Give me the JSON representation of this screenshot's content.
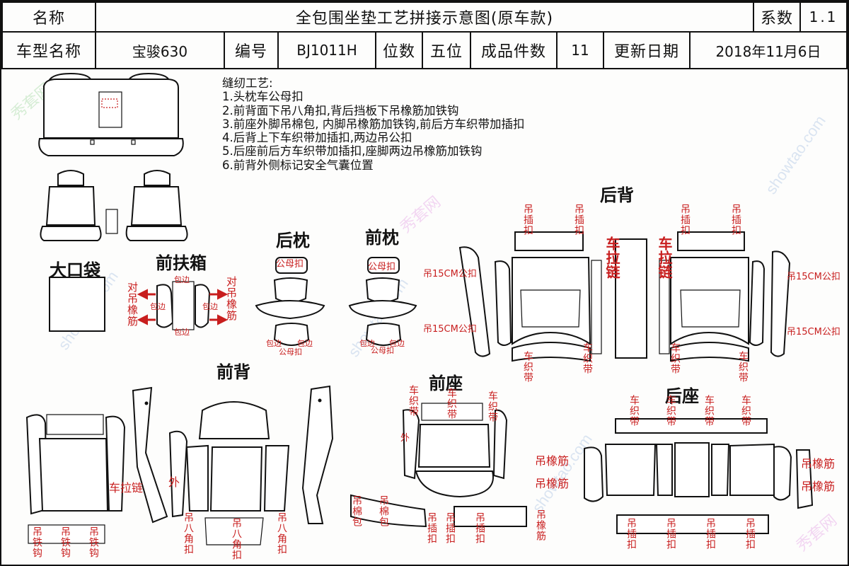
{
  "header": {
    "name_label": "名称",
    "title": "全包围坐垫工艺拼接示意图(原车款)",
    "coef_label": "系数",
    "coef_value": "1.1",
    "model_label": "车型名称",
    "model_value": "宝骏630",
    "code_label": "编号",
    "code_value": "BJ1011H",
    "seats_label": "位数",
    "seats_value": "五位",
    "count_label": "成品件数",
    "count_value": "11",
    "date_label": "更新日期",
    "date_value": "2018年11月6日"
  },
  "process": {
    "title": "缝纫工艺:",
    "items": [
      "1.头枕车公母扣",
      "2.前背面下吊八角扣,背后挡板下吊橡筋加铁钩",
      "3.前座外脚吊棉包, 内脚吊橡筋加铁钩,前后方车织带加插扣",
      "4.后背上下车织带加插扣,两边吊公扣",
      "5.后座前后方车织带加插扣,座脚两边吊橡筋加铁钩",
      "6.前背外侧标记安全气囊位置"
    ]
  },
  "sections": {
    "big_pocket": "大口袋",
    "front_armrest": "前扶箱",
    "rear_headrest": "后枕",
    "front_headrest": "前枕",
    "rear_back": "后背",
    "front_back": "前背",
    "front_seat": "前座",
    "rear_seat": "后座"
  },
  "labels": {
    "hang_elastic_pair": "对吊橡筋",
    "edge_binding": "包边",
    "snap_male_female": "公母扣",
    "hang_buckle": "吊插扣",
    "male_snap_15cm": "吊15CM公扣",
    "car_zipper": "车拉链",
    "car_webbing": "车织带",
    "hang_iron_hook": "吊铁钩",
    "outer": "外",
    "hang_octagon": "吊八角扣",
    "hang_cotton": "吊棉包",
    "hang_elastic": "吊橡筋"
  },
  "watermark": {
    "site": "showtao.com",
    "brand": "秀套网"
  },
  "colors": {
    "line": "#111111",
    "annotation": "#c81e1e"
  }
}
